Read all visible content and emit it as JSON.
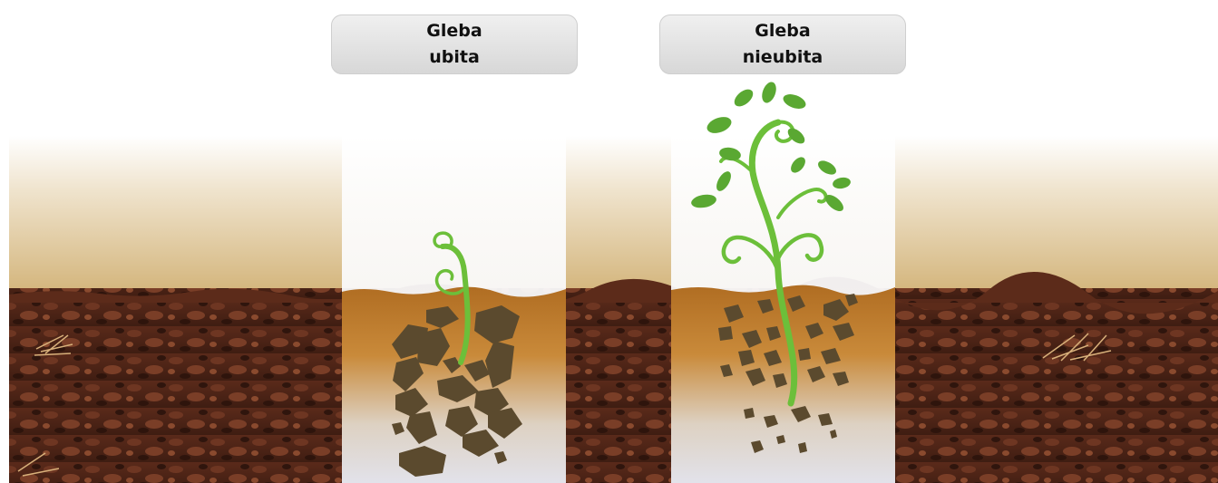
{
  "labels": {
    "compacted": {
      "line1": "Gleba",
      "line2": "ubita"
    },
    "uncompacted": {
      "line1": "Gleba",
      "line2": "nieubita"
    }
  },
  "colors": {
    "soil_dark": "#4a2216",
    "soil_mid": "#6b3420",
    "field_straw": "#d9bf8a",
    "panel_soil": "#b9772a",
    "clod": "#5b4a2e",
    "plant_green": "#6cbf3a",
    "leaf_dark": "#4f9a2a",
    "label_bg": "#e3e3e3"
  },
  "icons": {
    "plant_small": "sprout-icon",
    "plant_large": "vine-plant-icon"
  }
}
